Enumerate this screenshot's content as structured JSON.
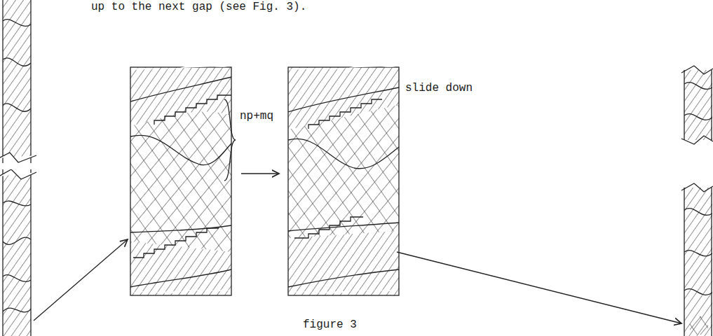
{
  "diagram": {
    "caption": "figure 3",
    "labels": [
      "up to the next gap (see Fig. 3).",
      "np+mq",
      "slide down"
    ]
  }
}
